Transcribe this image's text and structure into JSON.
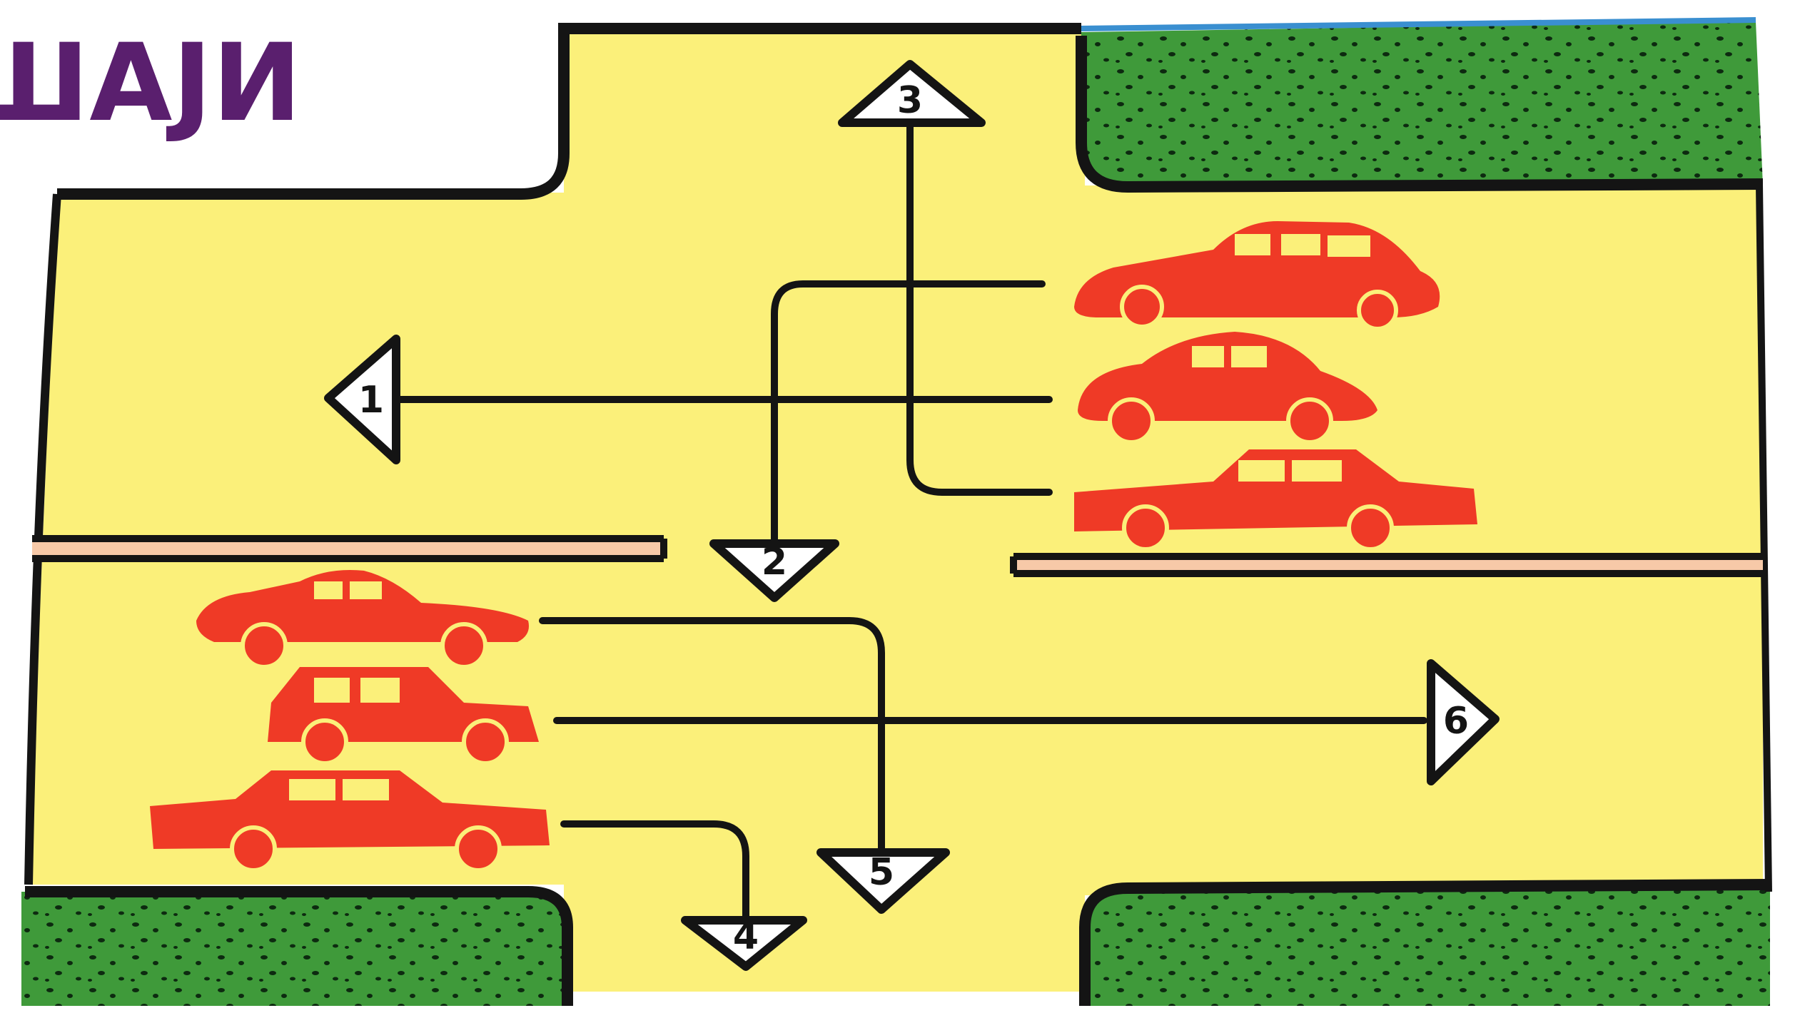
{
  "title": {
    "text": "ШАЈИ"
  },
  "signs": [
    {
      "id": "1",
      "label": "1"
    },
    {
      "id": "2",
      "label": "2"
    },
    {
      "id": "3",
      "label": "3"
    },
    {
      "id": "4",
      "label": "4"
    },
    {
      "id": "5",
      "label": "5"
    },
    {
      "id": "6",
      "label": "6"
    }
  ],
  "colors": {
    "road": "#fbf07a",
    "grass": "#3f9a3a",
    "grass_dots": "#0d2a10",
    "car": "#ef3a26",
    "outline": "#141414",
    "title": "#5a1f6e",
    "sky_edge": "#3a8fd0"
  }
}
